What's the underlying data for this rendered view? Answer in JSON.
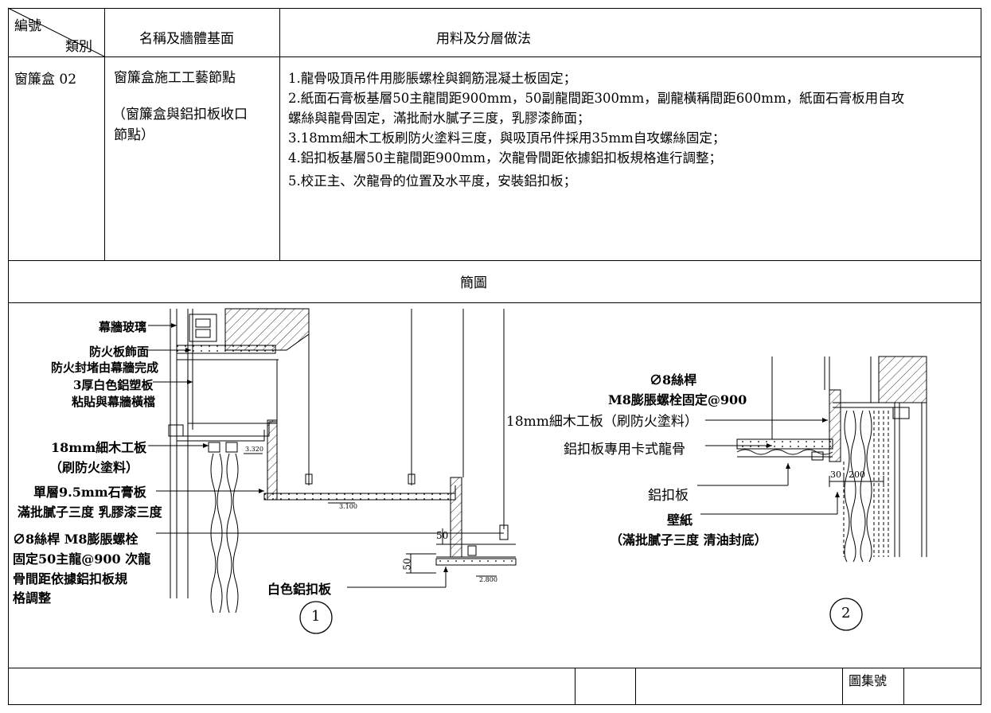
{
  "header": {
    "code_label": "編號",
    "category_label": "類別",
    "name_col": "名稱及牆體基面",
    "method_col": "用料及分層做法"
  },
  "row": {
    "code": "窗簾盒 02",
    "name_line1": "窗簾盒施工工藝節點",
    "name_line2": "（窗簾盒與鋁扣板收口",
    "name_line3": "節點）",
    "steps": [
      "1.龍骨吸頂吊件用膨脹螺栓與鋼筋混凝土板固定；",
      "2.紙面石膏板基層50主龍間距900mm，50副龍間距300mm，副龍橫稱間距600mm，紙面石膏板用自攻",
      "螺絲與龍骨固定，滿批耐水膩子三度，乳膠漆飾面；",
      "3.18mm細木工板刷防火塗料三度，與吸頂吊件採用35mm自攻螺絲固定；",
      "4.鋁扣板基層50主龍間距900mm，次龍骨間距依據鋁扣板規格進行調整；",
      "5.校正主、次龍骨的位置及水平度，安裝鋁扣板；"
    ]
  },
  "diagram_section_title": "簡圖",
  "drawing1": {
    "number": "1",
    "labels": {
      "curtain_glass": "幕牆玻璃",
      "fireproof_board": "防火板飾面",
      "fire_seal": "防火封堵由幕牆完成",
      "white_al_plate_1": "3厚白色鋁塑板",
      "white_al_plate_2": "粘貼與幕牆橫檔",
      "wood_board_1": "18mm細木工板",
      "wood_board_2": "（刷防火塗料）",
      "gypsum_1": "單層9.5mm石膏板",
      "gypsum_2": "滿批膩子三度 乳膠漆三度",
      "rod_1": "∅8絲桿 M8膨脹螺栓",
      "rod_2": "固定50主龍@900 次龍",
      "rod_3": "骨間距依據鋁扣板規",
      "rod_4": "格調整",
      "white_al_ceiling": "白色鋁扣板",
      "dim_50a": "50",
      "dim_50b": "50",
      "elev_3320": "3.320",
      "elev_3100": "3.100",
      "elev_2800": "2.800"
    }
  },
  "drawing2": {
    "number": "2",
    "labels": {
      "rod_1": "∅8絲桿",
      "rod_2": "M8膨脹螺栓固定@900",
      "wood_board": "18mm細木工板（刷防火塗料）",
      "keel": "鋁扣板專用卡式龍骨",
      "al_plate": "鋁扣板",
      "wallpaper_1": "壁紙",
      "wallpaper_2": "（滿批膩子三度 清油封底）",
      "dim_30": "30",
      "dim_200": "200"
    }
  },
  "footer": {
    "atlas_label": "圖集號"
  }
}
